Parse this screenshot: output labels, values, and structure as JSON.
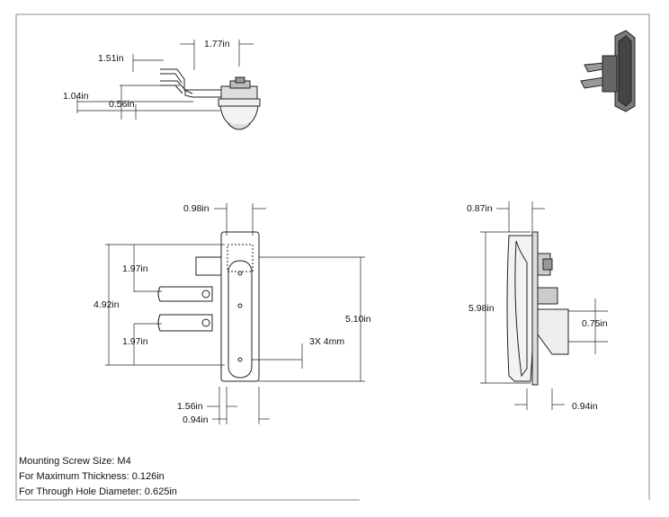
{
  "dimensions": {
    "top_width": "1.77in",
    "top_height_a": "1.51in",
    "top_height_b": "1.04in",
    "top_offset": "0.56in",
    "front_top_width": "0.98in",
    "front_upper_spacing": "1.97in",
    "front_overall_tabs": "4.92in",
    "front_lower_spacing": "1.97in",
    "front_overall_height": "5.10in",
    "front_screws": "3X 4mm",
    "front_bottom_a": "1.56in",
    "front_bottom_b": "0.94in",
    "side_top_width": "0.87in",
    "side_overall_height": "5.98in",
    "side_bar_height": "0.75in",
    "side_bottom_width": "0.94in"
  },
  "notes": {
    "screw_size": "Mounting Screw Size: M4",
    "max_thickness": "For Maximum Thickness: 0.126in",
    "hole_diameter": "For Through Hole Diameter: 0.625in"
  }
}
